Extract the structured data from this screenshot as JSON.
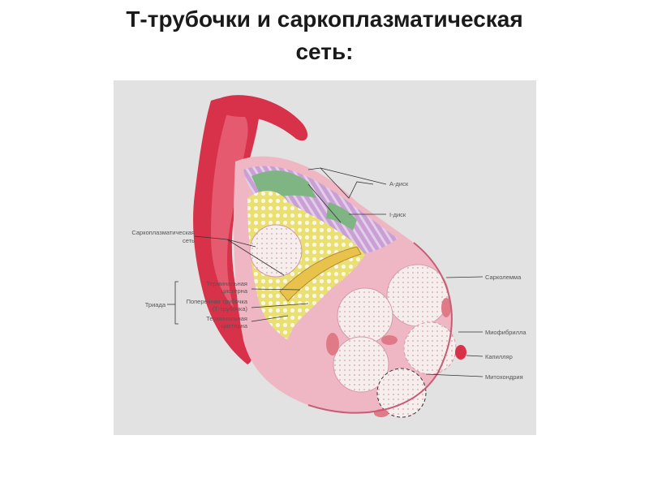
{
  "title": {
    "line1": "Т-трубочки и саркоплазматическая",
    "line2": "сеть:"
  },
  "labels": {
    "a_disc": "А-диск",
    "i_disc": "I-диск",
    "sarcoplasmic_net_1": "Саркоплазматическая",
    "sarcoplasmic_net_2": "сеть",
    "sarcolemma": "Сарколемма",
    "terminal_cistern_top_1": "Терминальная",
    "terminal_cistern_top_2": "цистерна",
    "t_tubule_1": "Поперечная трубочка",
    "t_tubule_2": "(Т-трубочка)",
    "terminal_cistern_bottom_1": "Терминальная",
    "terminal_cistern_bottom_2": "цистерна",
    "triad": "Триада",
    "myofibril": "Миофибрилла",
    "capillary": "Капилляр",
    "mitochondrion": "Митохондрия"
  },
  "colors": {
    "background_panel": "#e2e2e2",
    "vessel_red": "#d8324a",
    "sarcoplasm_pink": "#efb7c4",
    "myofibril_light": "#f5ecea",
    "reticulum_yellow": "#e8e070",
    "band_green": "#7fb583",
    "band_purple": "#b98ac8"
  }
}
